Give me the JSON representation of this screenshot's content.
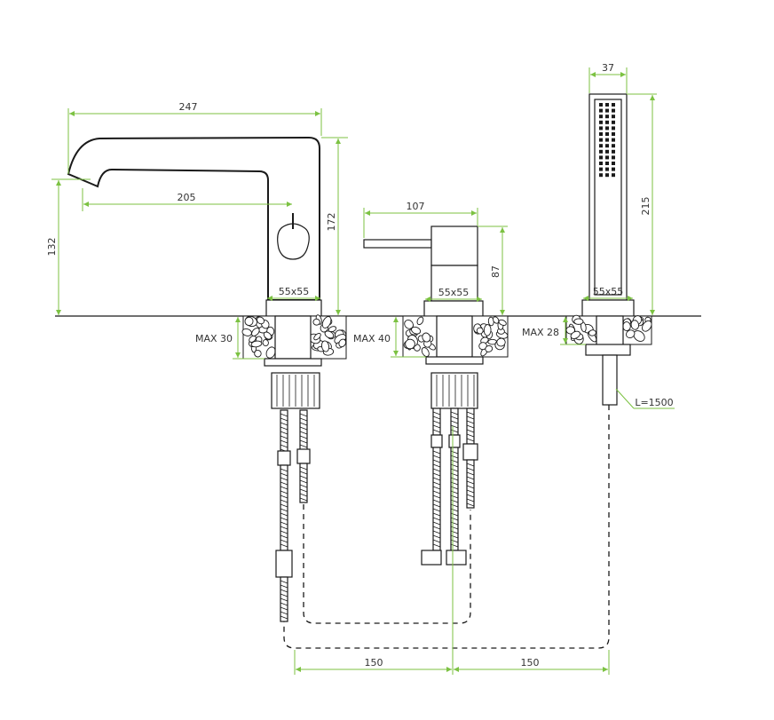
{
  "colors": {
    "dimension": "#7cc242",
    "outline": "#1a1a1a",
    "background": "#ffffff"
  },
  "dimensions": {
    "spout_length": "247",
    "spout_reach": "205",
    "spout_height": "132",
    "spout_total_height": "172",
    "spout_base": "55x55",
    "spout_deck_max": "MAX 30",
    "mixer_width": "107",
    "mixer_height": "87",
    "mixer_base": "55x55",
    "mixer_deck_max": "MAX 40",
    "shower_width": "37",
    "shower_height": "215",
    "shower_base": "55x55",
    "shower_deck_max": "MAX 28",
    "hose_length": "L=1500",
    "spacing_left": "150",
    "spacing_right": "150"
  }
}
